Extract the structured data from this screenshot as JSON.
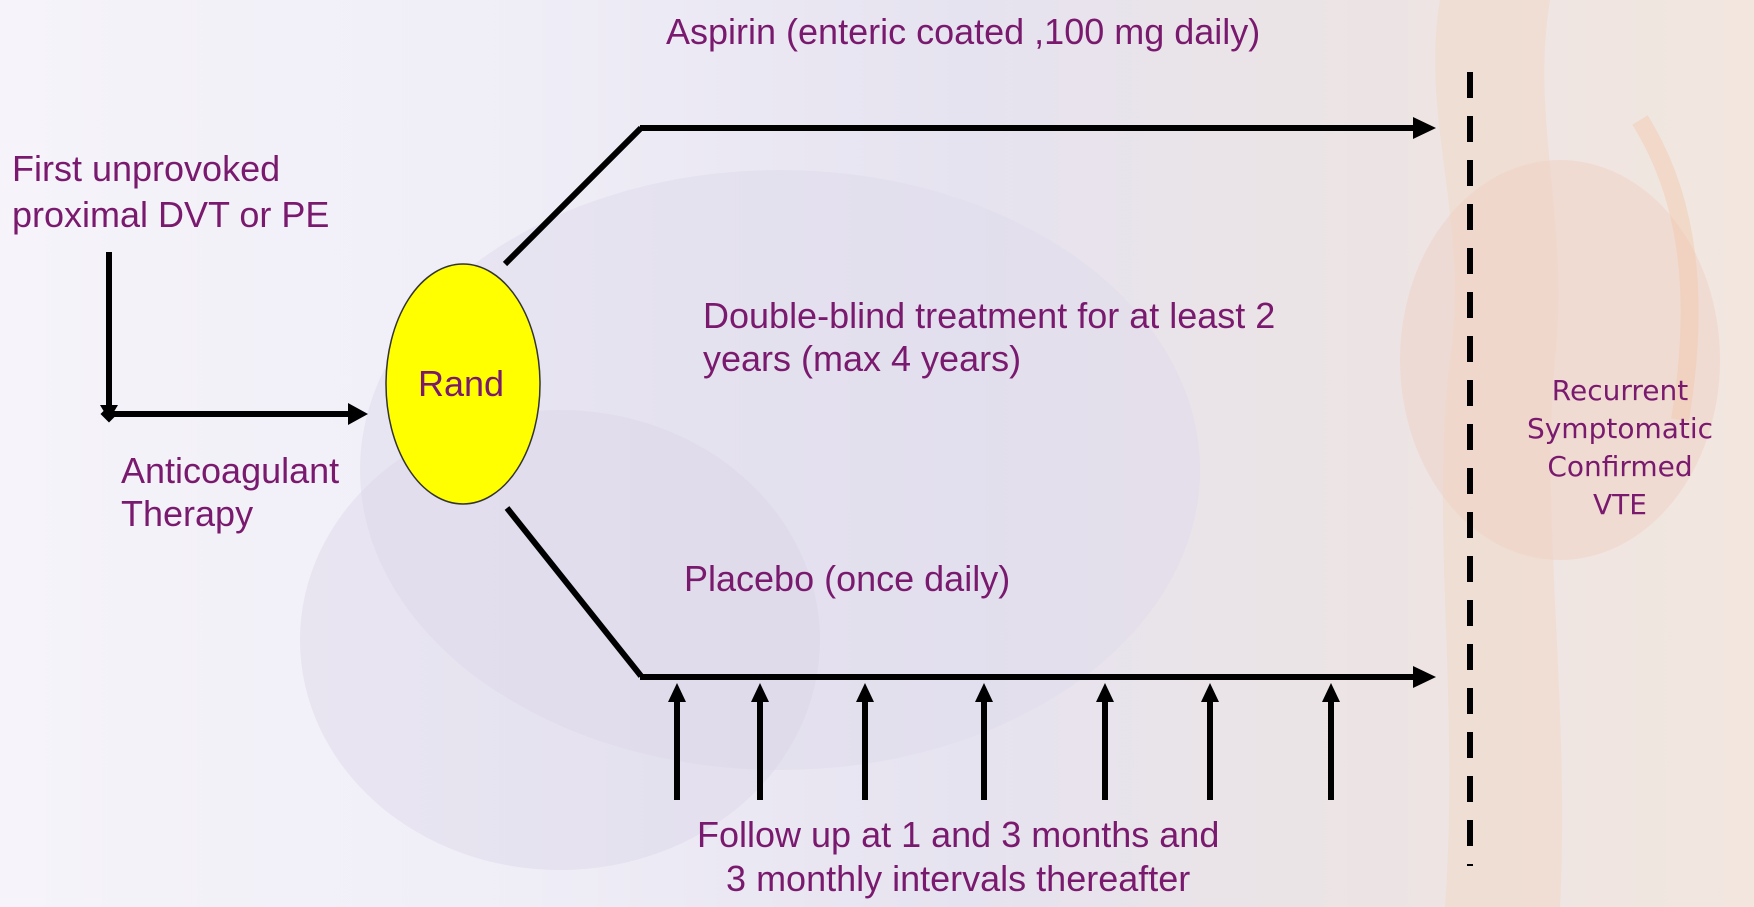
{
  "slide": {
    "start_label": [
      "First unprovoked",
      "proximal DVT or PE"
    ],
    "anticoag_label": [
      "Anticoagulant",
      "Therapy"
    ],
    "rand_label": "Rand",
    "aspirin_label": "Aspirin (enteric coated ,100 mg daily)",
    "treatment_label": [
      "Double-blind treatment for at least 2",
      "years (max 4 years)"
    ],
    "placebo_label": "Placebo (once daily)",
    "followup_label": [
      "Follow up at 1 and 3 months and",
      "3 monthly intervals thereafter"
    ],
    "endpoint_label": [
      "Recurrent",
      "Symptomatic",
      "Confirmed",
      "VTE"
    ]
  },
  "colors": {
    "text": "#7a1a6e",
    "rand_fill": "#ffff00",
    "lines": "#000000"
  }
}
